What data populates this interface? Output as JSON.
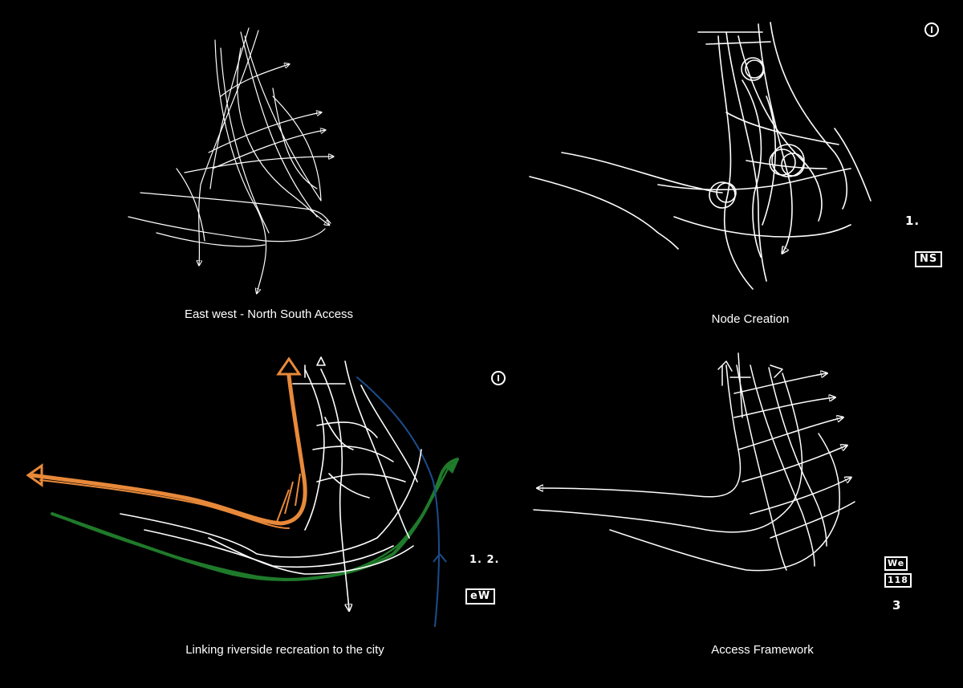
{
  "panels": [
    {
      "caption": "East west - North South Access"
    },
    {
      "caption": "Node Creation",
      "numeral": "1.",
      "tag": "NS"
    },
    {
      "caption": "Linking riverside recreation to the city",
      "numeral": "1. 2.",
      "tag": "eW"
    },
    {
      "caption": "Access Framework",
      "numeral": "3",
      "tag_top": "We",
      "tag_bottom": "118"
    }
  ],
  "colors": {
    "background": "#000000",
    "sketch": "#ffffff",
    "orange": "#e8893a",
    "green": "#1f7a2a",
    "blue": "#1c4d8c"
  }
}
